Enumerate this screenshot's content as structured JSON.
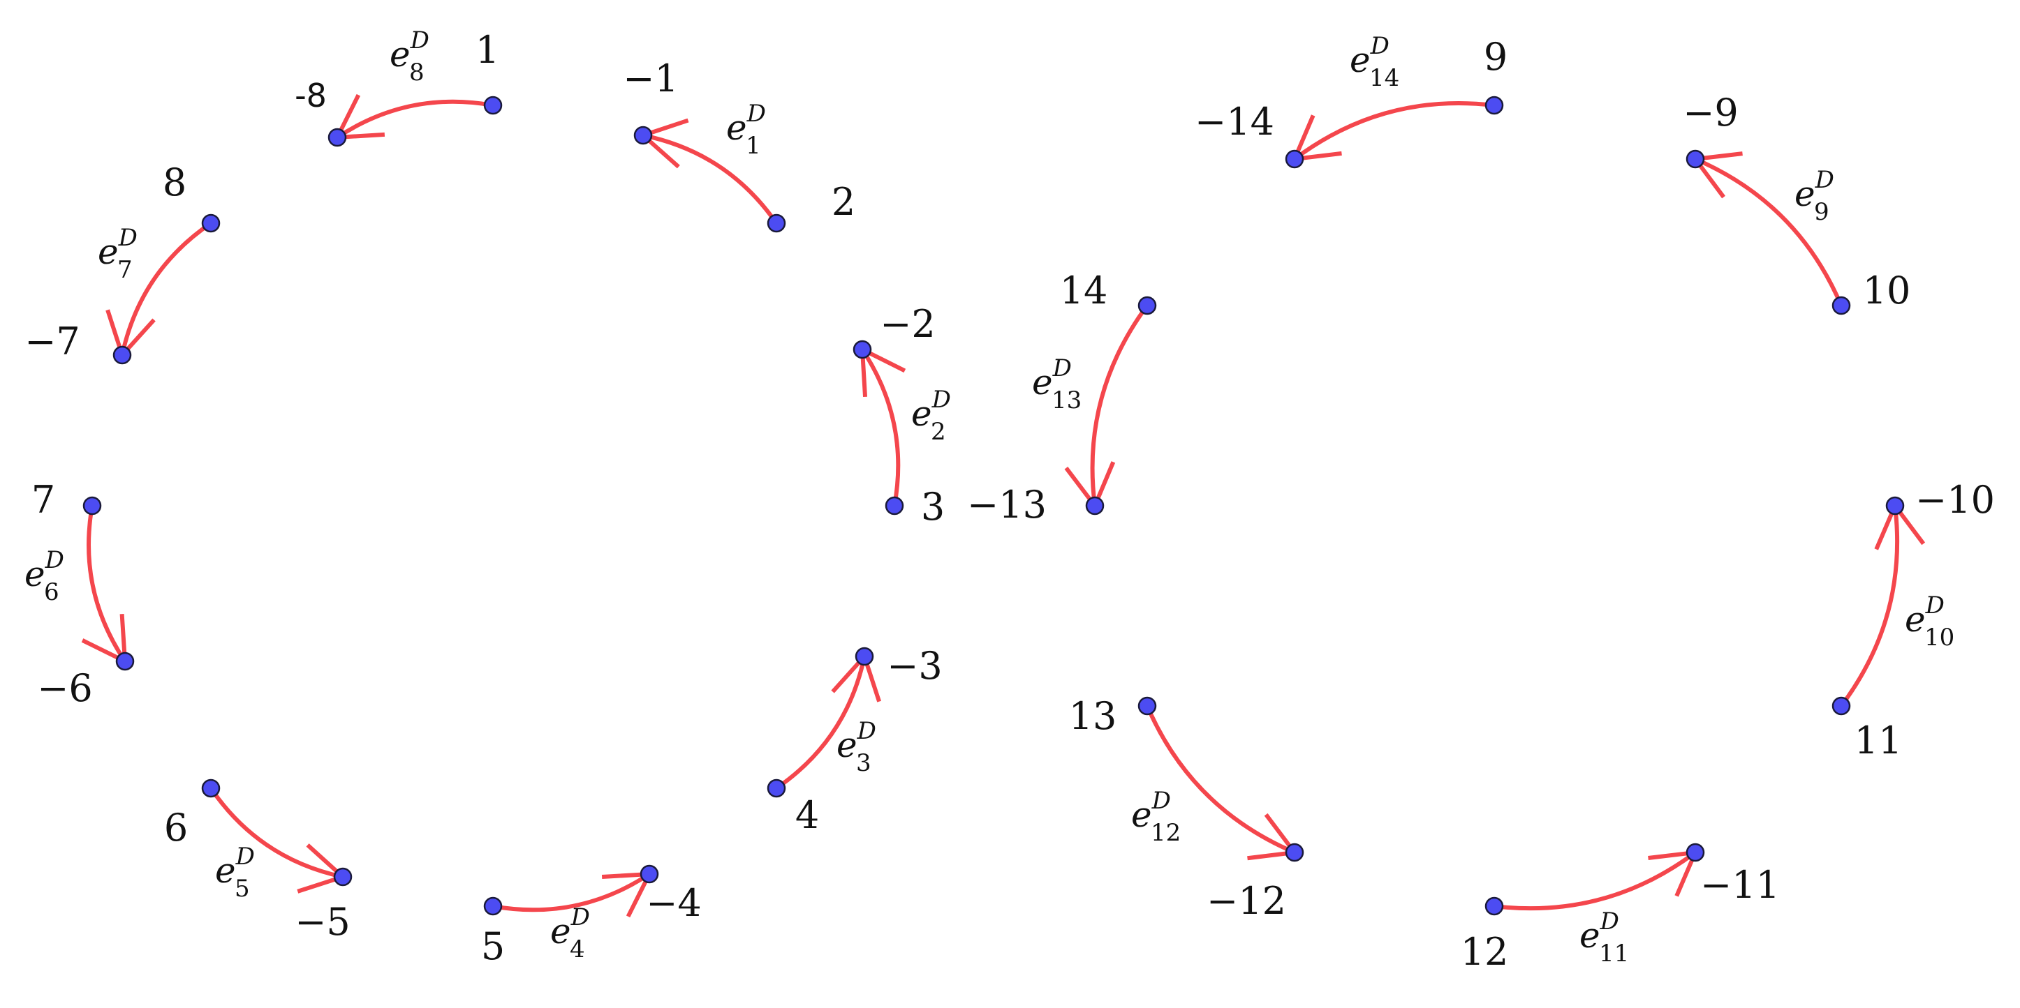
{
  "colors": {
    "edge": "#f4464c",
    "vertex_fill": "#4c4cf2",
    "vertex_stroke": "#1a1a3a",
    "text": "#111111"
  },
  "edge_symbol": "e",
  "edge_superscript": "D",
  "nodes": [
    {
      "id": "1",
      "label": "1"
    },
    {
      "id": "-8",
      "label": "-8",
      "sans": true
    },
    {
      "id": "-1",
      "label": "−1"
    },
    {
      "id": "2",
      "label": "2"
    },
    {
      "id": "8",
      "label": "8"
    },
    {
      "id": "-7",
      "label": "−7"
    },
    {
      "id": "-2",
      "label": "−2"
    },
    {
      "id": "3",
      "label": "3"
    },
    {
      "id": "7",
      "label": "7"
    },
    {
      "id": "-6",
      "label": "−6"
    },
    {
      "id": "-3",
      "label": "−3"
    },
    {
      "id": "4",
      "label": "4"
    },
    {
      "id": "6",
      "label": "6"
    },
    {
      "id": "-5",
      "label": "−5"
    },
    {
      "id": "5",
      "label": "5"
    },
    {
      "id": "-4",
      "label": "−4"
    },
    {
      "id": "9",
      "label": "9"
    },
    {
      "id": "-14",
      "label": "−14"
    },
    {
      "id": "-9",
      "label": "−9"
    },
    {
      "id": "10",
      "label": "10"
    },
    {
      "id": "14",
      "label": "14"
    },
    {
      "id": "-13",
      "label": "−13"
    },
    {
      "id": "-10",
      "label": "−10"
    },
    {
      "id": "11",
      "label": "11"
    },
    {
      "id": "13",
      "label": "13"
    },
    {
      "id": "-12",
      "label": "−12"
    },
    {
      "id": "12",
      "label": "12"
    },
    {
      "id": "-11",
      "label": "−11"
    }
  ],
  "edges": [
    {
      "from": "1",
      "to": "-8",
      "sub": "8"
    },
    {
      "from": "2",
      "to": "-1",
      "sub": "1"
    },
    {
      "from": "8",
      "to": "-7",
      "sub": "7"
    },
    {
      "from": "3",
      "to": "-2",
      "sub": "2"
    },
    {
      "from": "7",
      "to": "-6",
      "sub": "6"
    },
    {
      "from": "4",
      "to": "-3",
      "sub": "3"
    },
    {
      "from": "6",
      "to": "-5",
      "sub": "5"
    },
    {
      "from": "5",
      "to": "-4",
      "sub": "4"
    },
    {
      "from": "9",
      "to": "-14",
      "sub": "14"
    },
    {
      "from": "10",
      "to": "-9",
      "sub": "9"
    },
    {
      "from": "14",
      "to": "-13",
      "sub": "13"
    },
    {
      "from": "11",
      "to": "-10",
      "sub": "10"
    },
    {
      "from": "13",
      "to": "-12",
      "sub": "12"
    },
    {
      "from": "12",
      "to": "-11",
      "sub": "11"
    }
  ]
}
